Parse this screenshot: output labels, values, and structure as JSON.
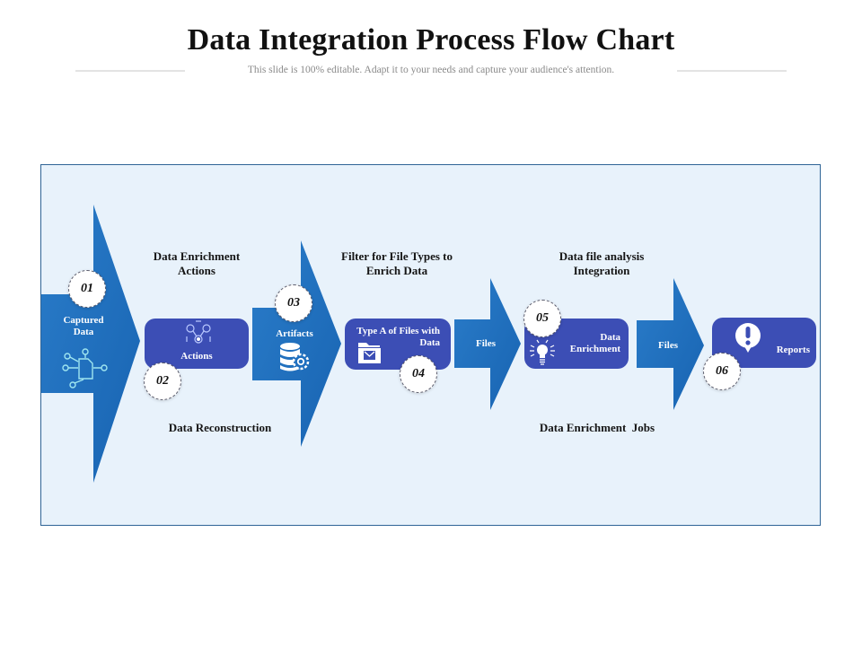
{
  "header": {
    "title": "Data Integration Process Flow Chart",
    "subtitle": "This slide is 100% editable.  Adapt  it to your needs  and capture  your audience's  attention."
  },
  "colors": {
    "arrow_blue": "#1f6fbf",
    "box_indigo": "#3c4eb5",
    "panel_bg": "#e8f2fb",
    "panel_border": "#2f6496"
  },
  "steps": [
    {
      "number": "01",
      "label": "Captured Data",
      "icon": "network-document-icon"
    },
    {
      "number": "02",
      "label": "Actions",
      "icon": "people-network-icon"
    },
    {
      "number": "03",
      "label": "Artifacts",
      "icon": "database-gear-icon"
    },
    {
      "number": "04",
      "label": "Type A of Files with Data",
      "icon": "folder-mail-icon"
    },
    {
      "number": "05",
      "label": "Data Enrichment",
      "icon": "lightbulb-icon"
    },
    {
      "number": "06",
      "label": "Reports",
      "icon": "alert-speech-icon"
    }
  ],
  "connectors": [
    {
      "label": "Files"
    },
    {
      "label": "Files"
    }
  ],
  "annotations": {
    "top": [
      "Data Enrichment Actions",
      "Filter for File Types to Enrich Data",
      "Data file analysis Integration"
    ],
    "bottom": [
      "Data Reconstruction",
      "Data Enrichment  Jobs"
    ]
  }
}
